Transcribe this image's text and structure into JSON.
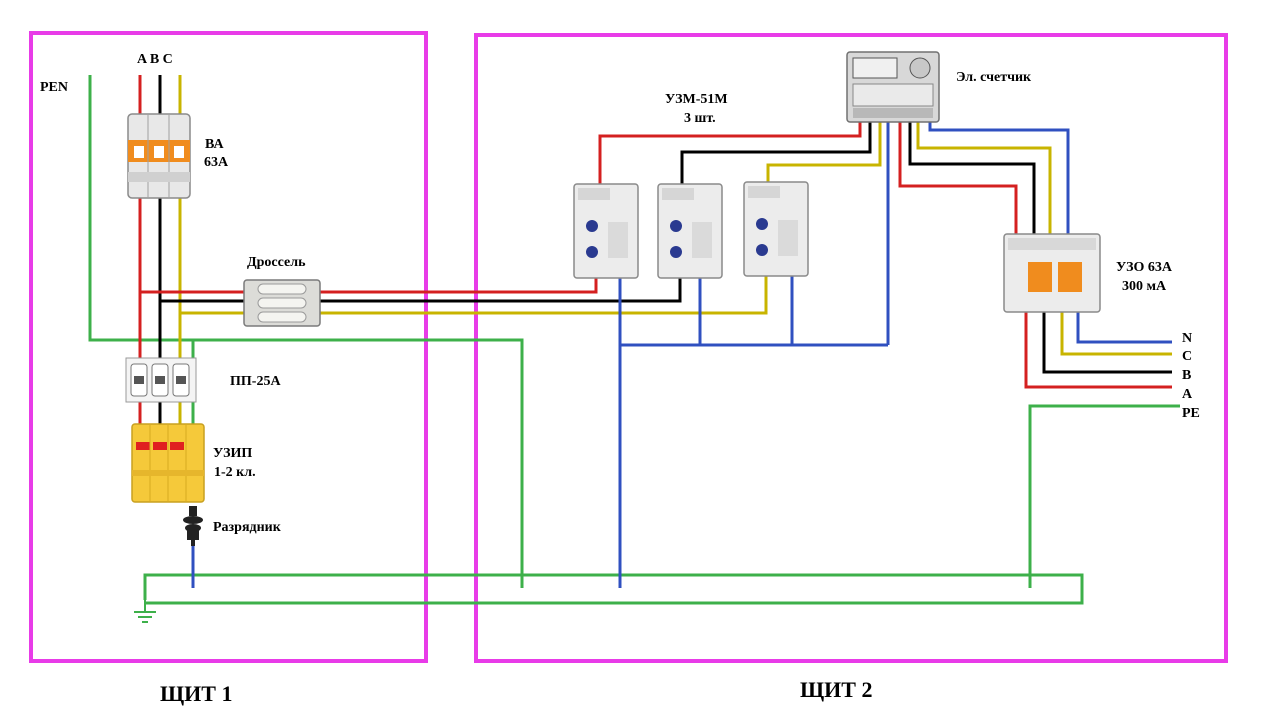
{
  "panels": {
    "panel1_title": "ЩИТ 1",
    "panel2_title": "ЩИТ 2"
  },
  "labels": {
    "pen": "PEN",
    "phases": "A B C",
    "breaker_line1": "ВА",
    "breaker_line2": "63А",
    "choke": "Дроссель",
    "fuse": "ПП-25А",
    "spd_line1": "УЗИП",
    "spd_line2": "1-2 кл.",
    "arrester": "Разрядник",
    "relay_line1": "УЗМ-51М",
    "relay_line2": "3 шт.",
    "meter": "Эл. счетчик",
    "rcd_line1": "УЗО 63А",
    "rcd_line2": "300 мА",
    "out_n": "N",
    "out_c": "C",
    "out_b": "B",
    "out_a": "A",
    "out_pe": "PE"
  },
  "colors": {
    "panel_border": "#e83be8",
    "phase_a": "#d42020",
    "phase_b": "#000000",
    "phase_c": "#c8b400",
    "neutral": "#3050c0",
    "pe": "#3db04a"
  }
}
